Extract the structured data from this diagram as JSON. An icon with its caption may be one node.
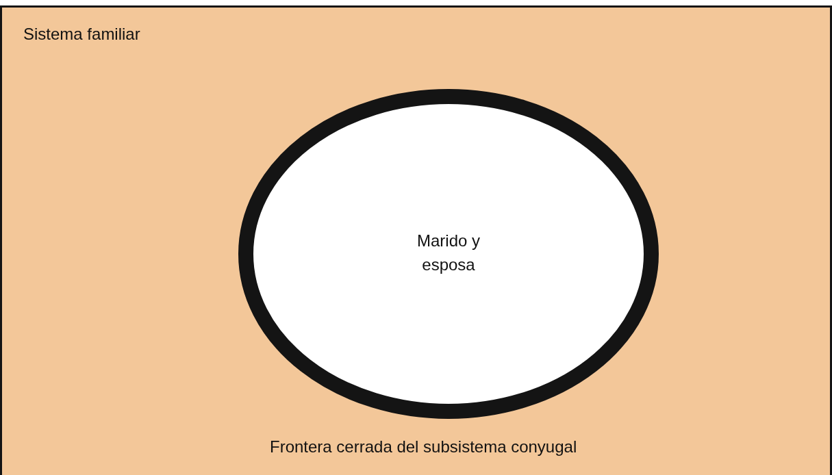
{
  "diagram": {
    "nodes": [
      {
        "text": [
          "Sistema familiar"
        ]
      },
      {
        "text": [
          "Marido y esposa"
        ],
        "in": 0,
        "beside": [
          "Frontera cerrada del subsistema conyugal"
        ]
      }
    ]
  }
}
